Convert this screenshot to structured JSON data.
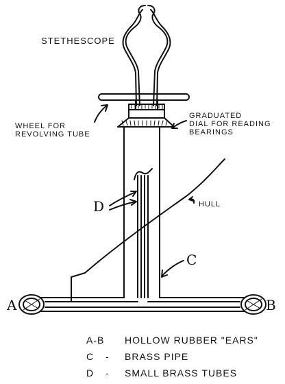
{
  "labels": {
    "stethescope": "STETHESCOPE",
    "wheel": [
      "WHEEL FOR",
      "REVOLVING TUBE"
    ],
    "dial": [
      "GRADUATED",
      "DIAL FOR READING",
      "BEARINGS"
    ],
    "hull": "HULL",
    "tubes_pointer": "D",
    "pipe_pointer": "C",
    "left_ear": "A",
    "right_ear": "B"
  },
  "legend": [
    {
      "key": "A-B",
      "dash": "",
      "desc": "HOLLOW RUBBER \"EARS\""
    },
    {
      "key": "C",
      "dash": "-",
      "desc": "BRASS PIPE"
    },
    {
      "key": "D",
      "dash": "-",
      "desc": "SMALL BRASS TUBES"
    }
  ],
  "colors": {
    "ink": "#111111",
    "paper": "#ffffff"
  }
}
